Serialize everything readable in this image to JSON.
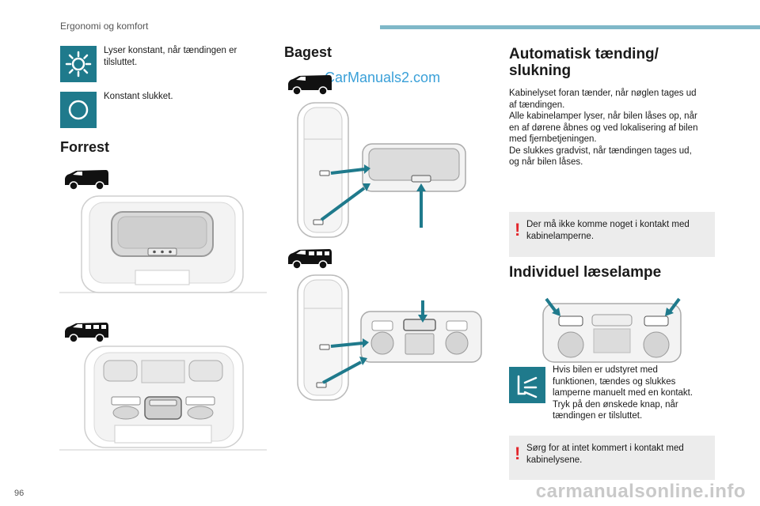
{
  "header": {
    "section_title": "Ergonomi og komfort"
  },
  "legend": [
    {
      "icon": "sun-icon",
      "text": "Lyser konstant, når tændingen er tilsluttet."
    },
    {
      "icon": "circle-off-icon",
      "text": "Konstant slukket."
    }
  ],
  "front": {
    "title": "Forrest"
  },
  "rear": {
    "title": "Bagest"
  },
  "watermark": "CarManuals2.com",
  "auto": {
    "title_line1": "Automatisk tænding/",
    "title_line2": "slukning",
    "body_lines": [
      "Kabinelyset foran tænder, når nøglen tages ud",
      "af tændingen.",
      "Alle kabinelamper lyser, når bilen låses op, når",
      "en af dørene åbnes og ved lokalisering af bilen",
      "med fjernbetjeningen.",
      "De slukkes gradvist, når tændingen tages ud,",
      "og når bilen låses."
    ],
    "warning_lines": [
      "Der må ikke komme noget i kontakt med",
      "kabinelamperne."
    ]
  },
  "reading": {
    "title": "Individuel læselampe",
    "body_lines": [
      "Hvis bilen er udstyret med",
      "funktionen, tændes og slukkes",
      "lamperne manuelt med en kontakt.",
      "Tryk på den ønskede knap, når",
      "tændingen er tilsluttet."
    ],
    "warning_lines": [
      "Sørg for at intet kommert i kontakt med",
      "kabinelysene."
    ]
  },
  "footer": {
    "page_number": "96",
    "logo": "carmanualsonline.info"
  },
  "colors": {
    "accent": "#1f7a8c",
    "warning": "#e3262b",
    "header_bar": "#7fb8c8"
  }
}
